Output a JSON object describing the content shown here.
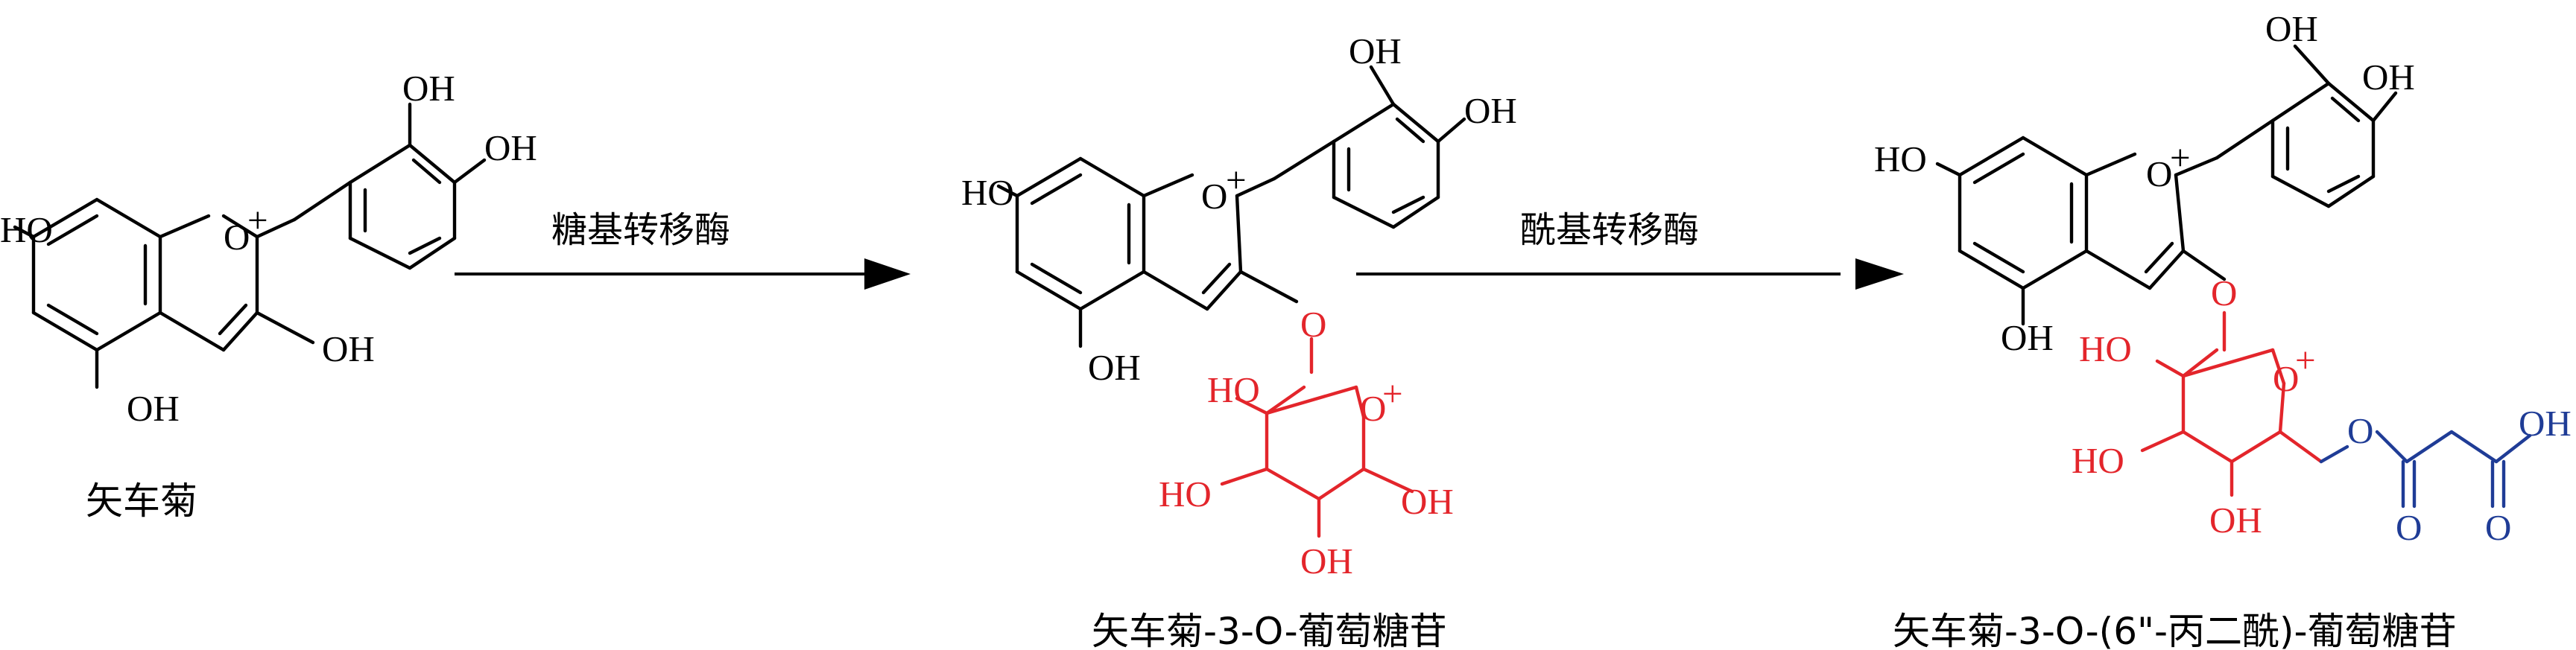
{
  "reaction": {
    "step1": {
      "enzyme": "糖基转移酶"
    },
    "step2": {
      "enzyme": "酰基转移酶"
    }
  },
  "molecules": [
    {
      "name": "矢车菊"
    },
    {
      "name": "矢车菊-3-O-葡萄糖苷"
    },
    {
      "name": "矢车菊-3-O-(6\"-丙二酰)-葡萄糖苷"
    }
  ],
  "atoms": {
    "OH": "OH",
    "HO": "HO",
    "O": "O",
    "plus": "+"
  },
  "colors": {
    "core": "#000000",
    "glucose": "#e3252b",
    "malonyl": "#1f3c96"
  }
}
